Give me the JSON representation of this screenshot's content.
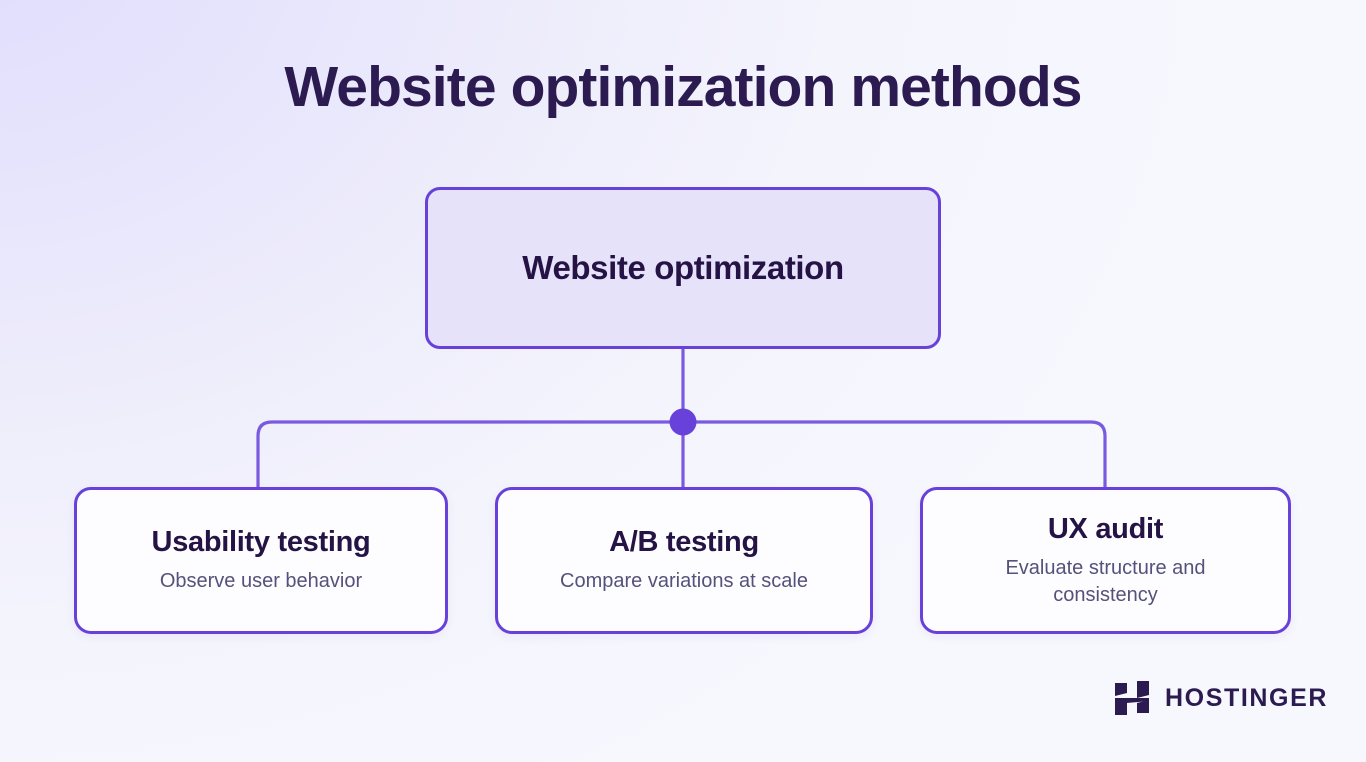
{
  "page": {
    "title": "Website optimization methods",
    "background_start_color": "#dfddfb",
    "background_end_color": "#f7f7fe"
  },
  "diagram": {
    "accent_color": "#6741d9",
    "root_fill_color": "#e6e2fa",
    "heading_color": "#241344",
    "description_color": "#55517a",
    "root": {
      "label": "Website optimization"
    },
    "junction": {
      "name": "connector-dot"
    },
    "children": [
      {
        "title": "Usability testing",
        "description": "Observe user behavior"
      },
      {
        "title": "A/B testing",
        "description": "Compare variations at scale"
      },
      {
        "title": "UX audit",
        "description": "Evaluate structure and consistency"
      }
    ]
  },
  "brand": {
    "name": "HOSTINGER",
    "mark_icon": "hostinger-h-mark-icon",
    "color": "#2b1b50"
  }
}
